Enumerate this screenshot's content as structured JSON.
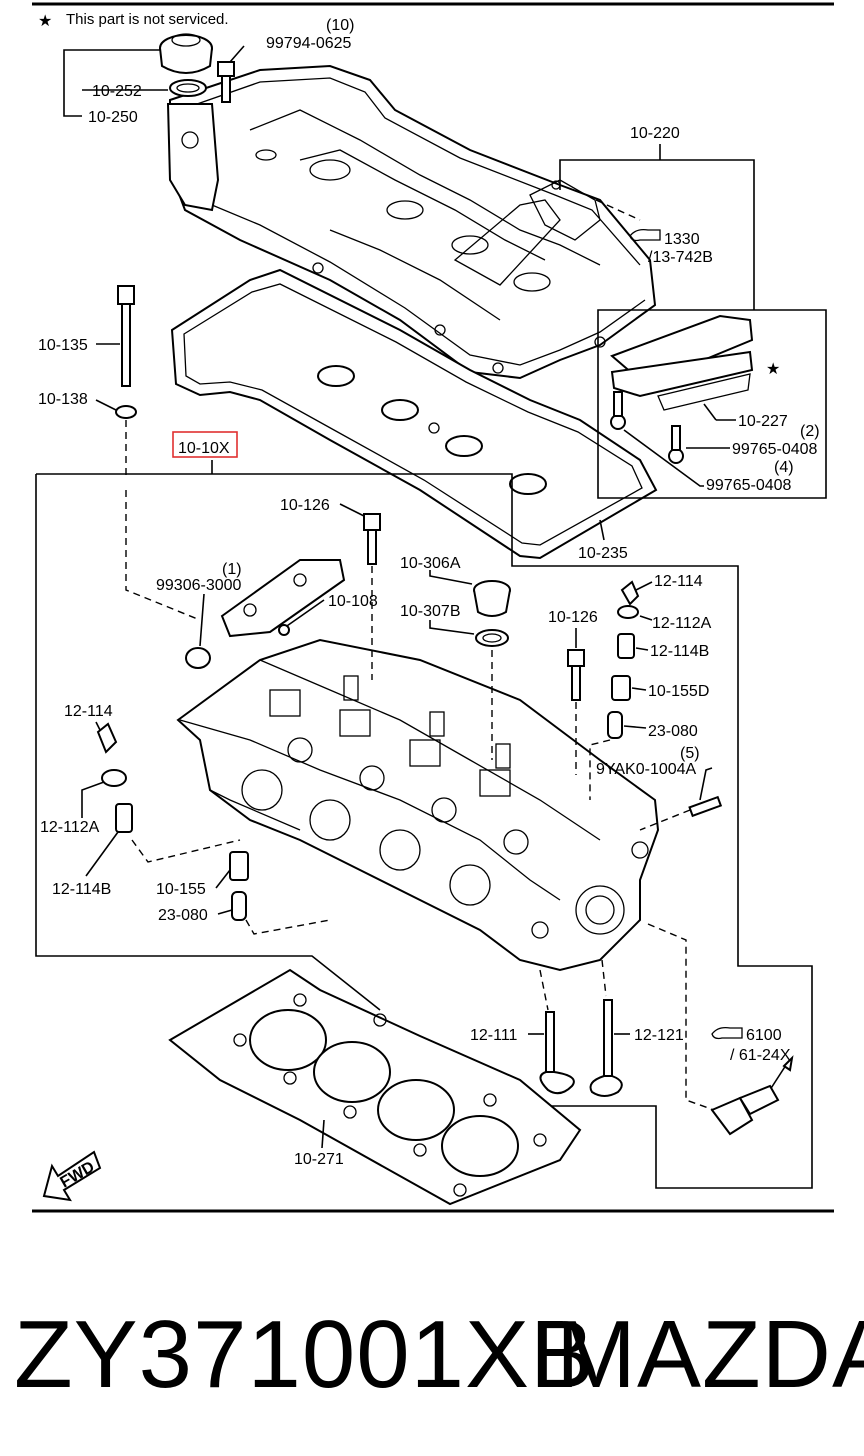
{
  "notice": {
    "star_symbol": "★",
    "text": "This part is not serviced."
  },
  "highlight_color": "#e03030",
  "labels": {
    "qty_10": "(10)",
    "p99794_0625": "99794-0625",
    "p10_252": "10-252",
    "p10_250": "10-250",
    "p10_220": "10-220",
    "p1330": "1330",
    "p13_742B": "/13-742B",
    "p10_135": "10-135",
    "p10_138": "10-138",
    "p10_10X": "10-10X",
    "p10_227": "10-227",
    "qty_2": "(2)",
    "p99765_0408_a": "99765-0408",
    "qty_4": "(4)",
    "p99765_0408_b": "99765-0408",
    "p10_235": "10-235",
    "p10_126_a": "10-126",
    "p10_306A": "10-306A",
    "qty_1": "(1)",
    "p99306_3000": "99306-3000",
    "p10_108": "10-108",
    "p10_307B": "10-307B",
    "p12_114_a": "12-114",
    "p12_112A_a": "12-112A",
    "p10_126_b": "10-126",
    "p12_114B_a": "12-114B",
    "p10_155D": "10-155D",
    "p12_114_b": "12-114",
    "p23_080_a": "23-080",
    "qty_5": "(5)",
    "p9YAK0_1004A": "9YAK0-1004A",
    "p12_112A_b": "12-112A",
    "p12_114B_b": "12-114B",
    "p10_155": "10-155",
    "p23_080_b": "23-080",
    "p12_111": "12-111",
    "p12_121": "12-121",
    "p6100": "6100",
    "p61_24X": "/ 61-24X",
    "p10_271": "10-271",
    "fwd": "FWD"
  },
  "footer": {
    "part_number": "ZY371001XB",
    "brand": "MAZDA"
  }
}
